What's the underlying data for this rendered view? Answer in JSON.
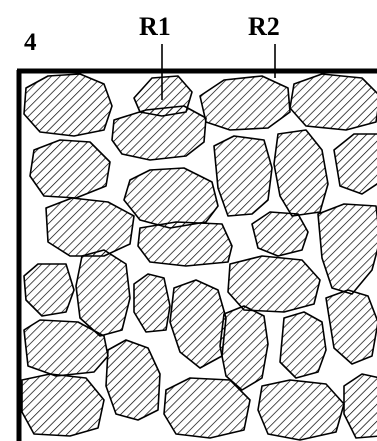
{
  "figure": {
    "panel_label": "4",
    "region_labels": [
      "R1",
      "R2"
    ]
  },
  "colors": {
    "ink": "#000000",
    "background": "#ffffff"
  }
}
